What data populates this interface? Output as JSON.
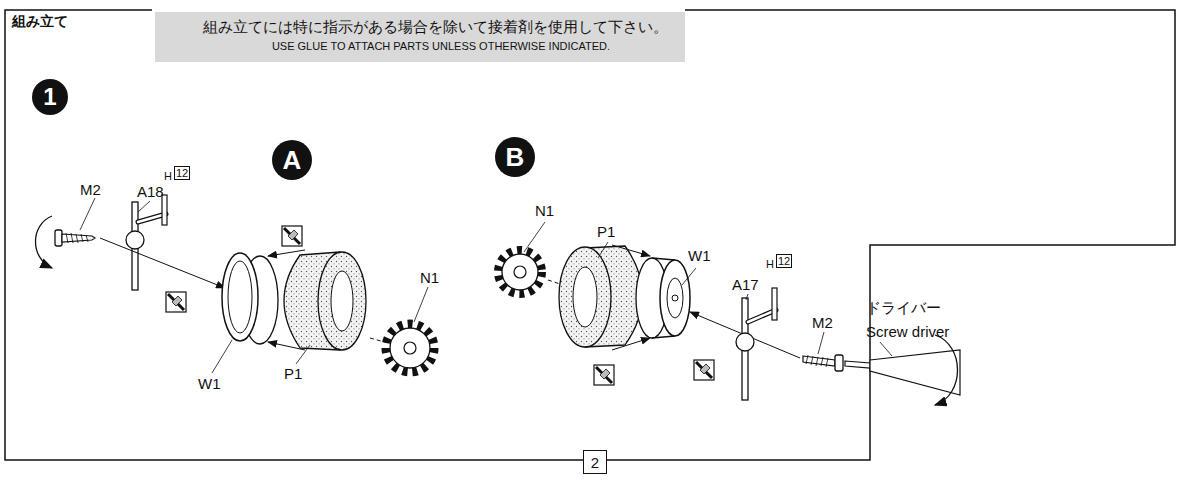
{
  "diagram": {
    "nodes": [
      {
        "text": [
          "組み立てには特に指示がある場合を除いて接着剤を使用して下さい。",
          "USE GLUE TO ATTACH PARTS UNLESS OTHERWISE INDICATED."
        ]
      },
      {
        "text": [
          "1"
        ]
      },
      {
        "text": [
          "A"
        ]
      },
      {
        "text": [
          "B"
        ]
      },
      {
        "text": [
          "2"
        ]
      }
    ],
    "labels": [
      "組み立て",
      "M2",
      "A18",
      "H",
      "12",
      "W1",
      "P1",
      "N1",
      "N1",
      "P1",
      "W1",
      "A17",
      "H",
      "12",
      "M2",
      "ドライバー",
      "Screw driver"
    ]
  }
}
